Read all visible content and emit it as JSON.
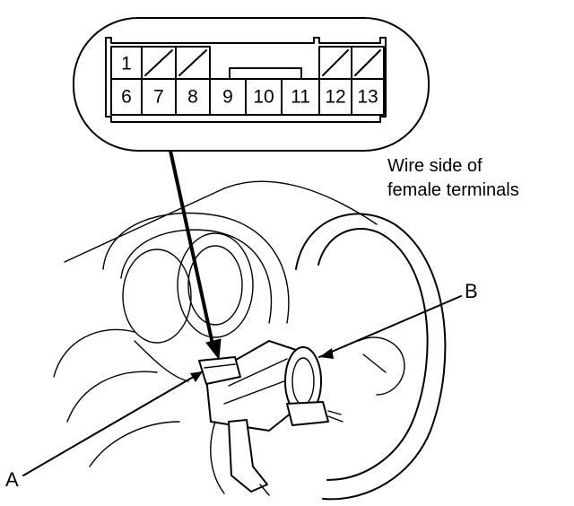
{
  "connector": {
    "top_row": [
      "1",
      "",
      "",
      "",
      "",
      "",
      ""
    ],
    "bottom_row": [
      "6",
      "7",
      "8",
      "9",
      "10",
      "11",
      "12",
      "13"
    ]
  },
  "caption": {
    "line1": "Wire side of",
    "line2": "female terminals"
  },
  "callouts": {
    "a": "A",
    "b": "B"
  }
}
